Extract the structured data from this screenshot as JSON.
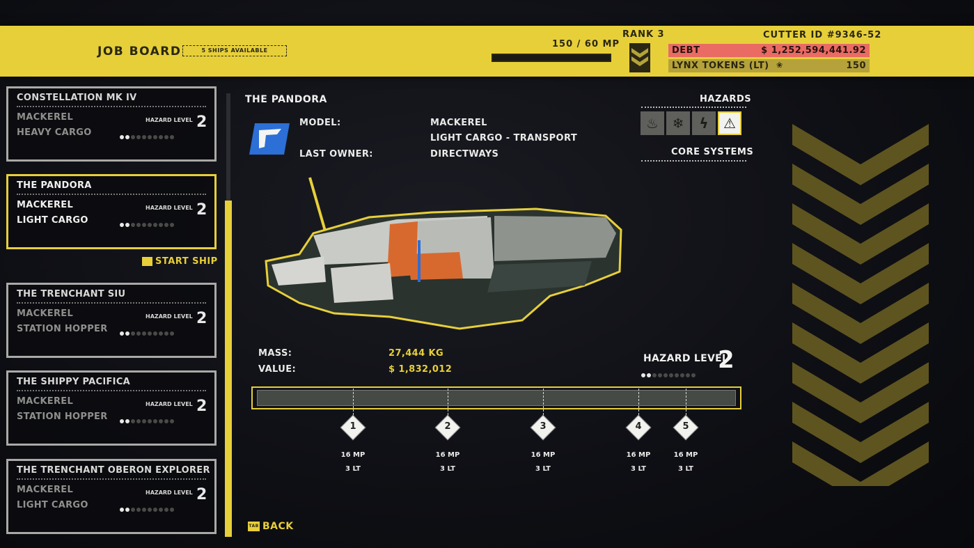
{
  "header": {
    "title": "JOB BOARD",
    "ships_available": "5 SHIPS AVAILABLE",
    "mp": "150 / 60 MP",
    "mp_fill": 1.0,
    "rank": "RANK 3",
    "cutter_id": "CUTTER ID  #9346-52",
    "debt_label": "DEBT",
    "debt_value": "$ 1,252,594,441.92",
    "lynx_label": "LYNX TOKENS (LT)",
    "lynx_value": "150",
    "colors": {
      "accent": "#e7cf3a",
      "debt": "#e96b63",
      "lynx": "#b5a23a"
    }
  },
  "ship_list": [
    {
      "name": "CONSTELLATION MK IV",
      "model": "MACKEREL",
      "class": "HEAVY CARGO",
      "hazard_label": "HAZARD LEVEL",
      "hazard": "2",
      "hazard_dots": 2,
      "selected": false
    },
    {
      "name": "THE PANDORA",
      "model": "MACKEREL",
      "class": "LIGHT CARGO",
      "hazard_label": "HAZARD LEVEL",
      "hazard": "2",
      "hazard_dots": 2,
      "selected": true
    },
    {
      "name": "THE TRENCHANT SIU",
      "model": "MACKEREL",
      "class": "STATION HOPPER",
      "hazard_label": "HAZARD LEVEL",
      "hazard": "2",
      "hazard_dots": 2,
      "selected": false
    },
    {
      "name": "THE SHIPPY PACIFICA",
      "model": "MACKEREL",
      "class": "STATION HOPPER",
      "hazard_label": "HAZARD LEVEL",
      "hazard": "2",
      "hazard_dots": 2,
      "selected": false
    },
    {
      "name": "THE TRENCHANT OBERON EXPLORER",
      "model": "MACKEREL",
      "class": "LIGHT CARGO",
      "hazard_label": "HAZARD LEVEL",
      "hazard": "2",
      "hazard_dots": 2,
      "selected": false
    }
  ],
  "start_ship": {
    "label": "START SHIP",
    "key_icon": "keyboard-key-icon"
  },
  "detail": {
    "title": "THE PANDORA",
    "model_label": "MODEL:",
    "model_value": "MACKEREL",
    "type_value": "LIGHT CARGO - TRANSPORT",
    "owner_label": "LAST OWNER:",
    "owner_value": "DIRECTWAYS",
    "hazards_title": "HAZARDS",
    "hazard_icons": [
      "fire-icon",
      "cold-icon",
      "electric-icon",
      "warning-icon"
    ],
    "core_systems": "CORE SYSTEMS",
    "mass_label": "MASS:",
    "mass_value": "27,444 KG",
    "value_label": "VALUE:",
    "value_value": "$ 1,832,012",
    "hazard_label": "HAZARD LEVEL",
    "hazard_value": "2",
    "hazard_dots": 2
  },
  "stages": [
    {
      "num": "1",
      "mp": "16 MP",
      "lt": "3 LT"
    },
    {
      "num": "2",
      "mp": "16 MP",
      "lt": "3 LT"
    },
    {
      "num": "3",
      "mp": "16 MP",
      "lt": "3 LT"
    },
    {
      "num": "4",
      "mp": "16 MP",
      "lt": "3 LT"
    },
    {
      "num": "5",
      "mp": "16 MP",
      "lt": "3 LT"
    }
  ],
  "back": {
    "label": "BACK",
    "key": "TAB"
  }
}
